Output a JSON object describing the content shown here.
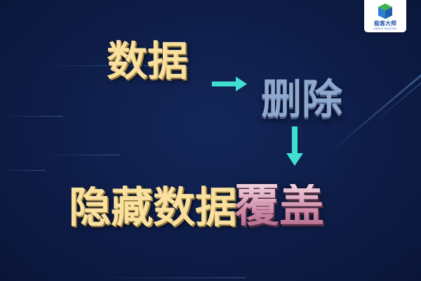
{
  "logo": {
    "name": "极客大师",
    "subtitle": "GEEKY MASTER",
    "icon": "hexagon-cube-icon",
    "colors": {
      "top": "#3db54a",
      "side": "#1f5fae"
    }
  },
  "flow": {
    "data_label": "数据",
    "delete_label": "删除",
    "hidden_data_label": "隐藏数据",
    "overwrite_label": "覆盖"
  },
  "colors": {
    "background": "#0e1c47",
    "yellow_text": "#f9e09e",
    "blue_text": "#8fa8ce",
    "pink_text": "#d9aabd",
    "arrow": "#3fe0d0"
  }
}
